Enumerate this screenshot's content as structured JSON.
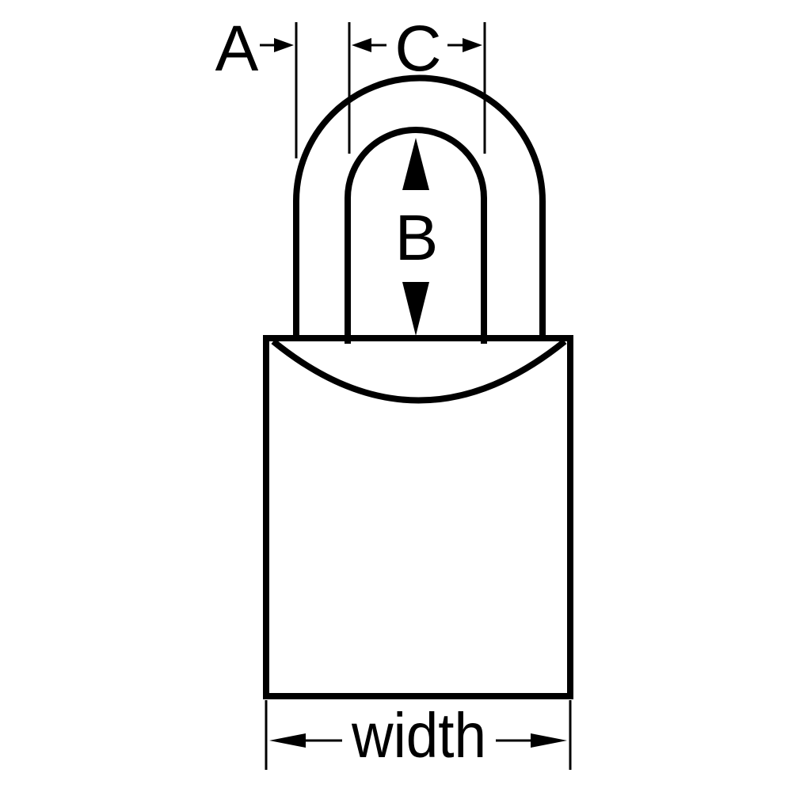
{
  "labels": {
    "a": "A",
    "b": "B",
    "c": "C",
    "width": "width"
  },
  "colors": {
    "stroke": "#000000",
    "background": "#ffffff"
  }
}
